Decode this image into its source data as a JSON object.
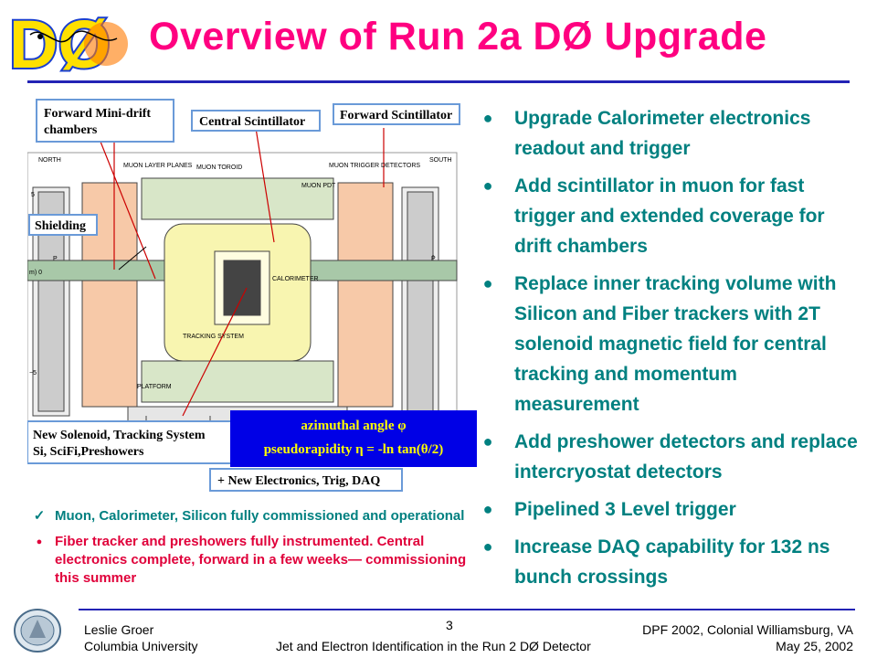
{
  "logo": {
    "text": "DØ"
  },
  "title": "Overview of Run 2a DØ Upgrade",
  "diagram": {
    "callouts": {
      "forward_mini_drift": [
        "Forward Mini-drift",
        "chambers"
      ],
      "central_scintillator": "Central Scintillator",
      "forward_scintillator": "Forward Scintillator",
      "shielding": "Shielding",
      "solenoid": [
        "New Solenoid, Tracking System",
        "Si, SciFi,Preshowers"
      ],
      "electronics": "+ New Electronics, Trig, DAQ"
    },
    "labels": {
      "north": "NORTH",
      "south": "SOUTH",
      "y_5": "5",
      "y_0": "m) 0",
      "y_m5": "−5",
      "p": "P",
      "pbar": "P̄",
      "tracking": "TRACKING SYSTEM",
      "calorimeter": "CALORIMETER",
      "platform": "PLATFORM",
      "muon_toroid": "MUON TOROID",
      "muon_pdt": "MUON PDT",
      "muon_layer_planes": "MUON LAYER PLANES",
      "muon_trigger": "MUON TRIGGER DETECTORS"
    },
    "legend": {
      "line1": "azimuthal angle φ",
      "line2": "pseudorapidity η = -ln tan(θ/2)"
    }
  },
  "right_bullets": [
    "Upgrade Calorimeter electronics readout and trigger",
    "Add scintillator in muon for fast trigger and extended coverage for drift chambers",
    "Replace inner tracking volume with Silicon and Fiber trackers with 2T solenoid magnetic field for central tracking and momentum measurement",
    "Add preshower detectors and replace intercryostat detectors",
    "Pipelined 3 Level trigger",
    "Increase DAQ capability for 132 ns bunch crossings"
  ],
  "left_bullets": [
    {
      "mark": "✓",
      "text": "Muon, Calorimeter, Silicon fully commissioned and operational",
      "color": "#008080"
    },
    {
      "mark": "●",
      "text": "Fiber tracker and preshowers fully instrumented.  Central electronics complete, forward in a few weeks— commissioning this summer",
      "color": "#e0003a"
    }
  ],
  "footer": {
    "author": "Leslie Groer",
    "institution": "Columbia University",
    "page": "3",
    "talk": "Jet and Electron Identification in the Run 2 DØ Detector",
    "conference": "DPF 2002, Colonial Williamsburg, VA",
    "date": "May 25, 2002"
  },
  "colors": {
    "title": "#ff0080",
    "accent": "#2323b5",
    "bullet_text": "#008080",
    "legend_bg": "#0000e6",
    "legend_text": "#ffff00"
  }
}
